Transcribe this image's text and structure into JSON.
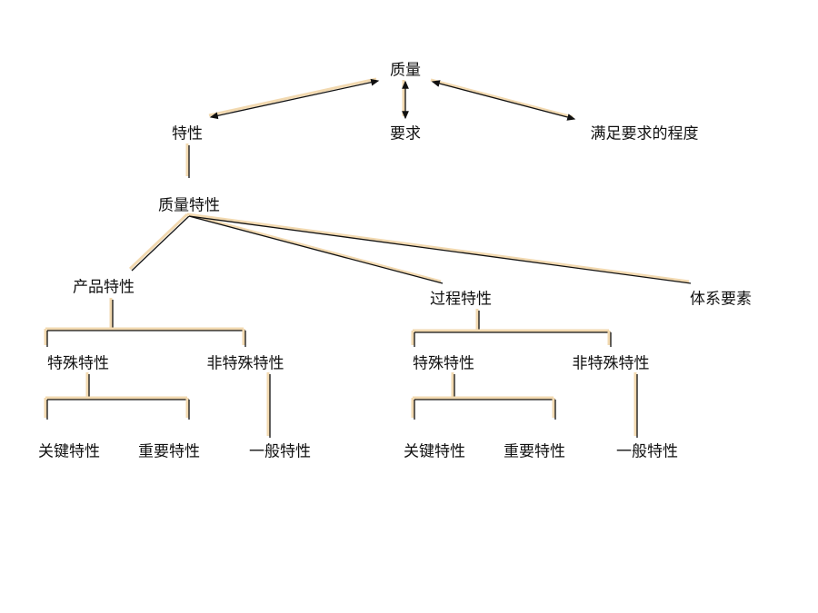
{
  "nodes": {
    "root": "质量",
    "characteristics": "特性",
    "requirements": "要求",
    "degree": "满足要求的程度",
    "quality_characteristics": "质量特性",
    "product_characteristics": "产品特性",
    "process_characteristics": "过程特性",
    "system_elements": "体系要素",
    "product_special": "特殊特性",
    "product_non_special": "非特殊特性",
    "process_special": "特殊特性",
    "process_non_special": "非特殊特性",
    "product_key": "关键特性",
    "product_important": "重要特性",
    "product_general": "一般特性",
    "process_key": "关键特性",
    "process_important": "重要特性",
    "process_general": "一般特性"
  },
  "colors": {
    "line": "#111111",
    "shadow": "#f2d9b0"
  }
}
